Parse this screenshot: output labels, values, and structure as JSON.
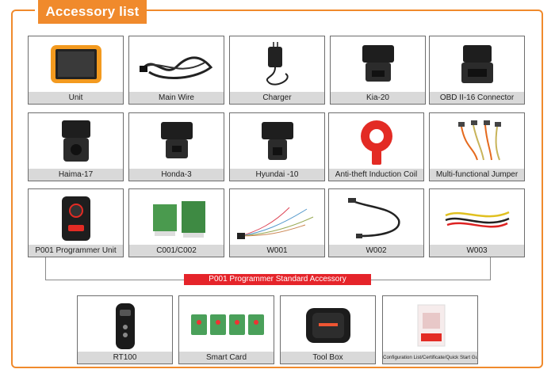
{
  "title": "Accessory list",
  "banner": "P001 Programmer Standard Accessory",
  "colors": {
    "accent": "#f08a2c",
    "banner": "#e5242a"
  },
  "items": [
    {
      "label": "Unit",
      "icon": "tablet-icon"
    },
    {
      "label": "Main Wire",
      "icon": "cable-icon"
    },
    {
      "label": "Charger",
      "icon": "charger-icon"
    },
    {
      "label": "Kia-20",
      "icon": "connector-icon"
    },
    {
      "label": "OBD II-16 Connector",
      "icon": "obd-connector-icon"
    },
    {
      "label": "Haima-17",
      "icon": "connector-icon"
    },
    {
      "label": "Honda-3",
      "icon": "connector-icon"
    },
    {
      "label": "Hyundai -10",
      "icon": "connector-icon"
    },
    {
      "label": "Anti-theft Induction Coil",
      "icon": "coil-icon"
    },
    {
      "label": "Multi-functional Jumper",
      "icon": "jumper-icon"
    },
    {
      "label": "P001 Programmer Unit",
      "icon": "programmer-icon"
    },
    {
      "label": "C001/C002",
      "icon": "circuit-board-icon"
    },
    {
      "label": "W001",
      "icon": "wires-icon"
    },
    {
      "label": "W002",
      "icon": "cable-icon"
    },
    {
      "label": "W003",
      "icon": "wires-icon"
    },
    {
      "label": "RT100",
      "icon": "remote-icon"
    },
    {
      "label": "Smart Card",
      "icon": "smart-card-icon"
    },
    {
      "label": "Tool Box",
      "icon": "toolbox-icon"
    },
    {
      "label": "Configuration List/Certificate/Quick Start Guide Fold",
      "icon": "document-icon"
    }
  ]
}
